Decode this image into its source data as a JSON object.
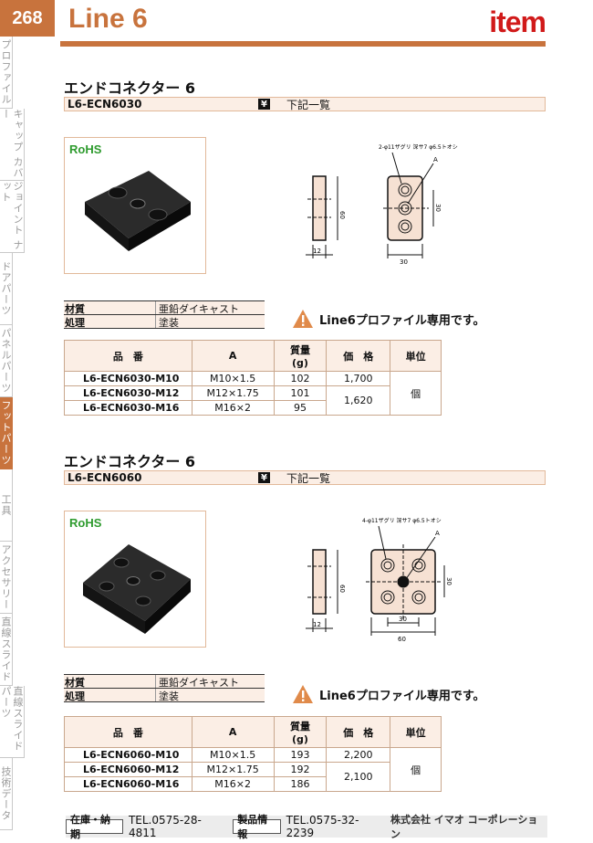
{
  "header": {
    "page_number": "268",
    "title": "Line 6",
    "logo": "item",
    "accent_color": "#c8733d",
    "logo_color": "#d11a1a"
  },
  "side_tabs": [
    {
      "label": "プロファイル",
      "active": false
    },
    {
      "label": "キャップ カバー",
      "active": false
    },
    {
      "label": "ジョイント ナット",
      "active": false
    },
    {
      "label": "ドアパーツ",
      "active": false
    },
    {
      "label": "パネルパーツ",
      "active": false
    },
    {
      "label": "フットパーツ",
      "active": true
    },
    {
      "label": "工具",
      "active": false
    },
    {
      "label": "アクセサリー",
      "active": false
    },
    {
      "label": "直線スライド",
      "active": false
    },
    {
      "label": "直線スライド パーツ",
      "active": false
    },
    {
      "label": "技術データ",
      "active": false
    }
  ],
  "sections": [
    {
      "title": "エンドコネクター 6",
      "model": "L6-ECN6030",
      "yen_icon": "¥",
      "price_note": "下記一覧",
      "rohs": "RoHS",
      "drawing": {
        "hole_note": "2-φ11ザグリ 深サ7 φ6.5トオシ",
        "label_a": "A",
        "dim_height": "60",
        "dim_thickness": "12",
        "dim_width": "30",
        "dim_pitch": "30"
      },
      "spec": [
        {
          "key": "材質",
          "value": "亜鉛ダイキャスト"
        },
        {
          "key": "処理",
          "value": "塗装"
        }
      ],
      "warning": "Line6プロファイル専用です。",
      "table": {
        "headers": [
          "品　番",
          "A",
          "質量\n(g)",
          "価　格",
          "単位"
        ],
        "rows": [
          {
            "model": "L6-ECN6030-M10",
            "a": "M10×1.5",
            "mass": "102",
            "price": "1,700"
          },
          {
            "model": "L6-ECN6030-M12",
            "a": "M12×1.75",
            "mass": "101",
            "price": "1,620"
          },
          {
            "model": "L6-ECN6030-M16",
            "a": "M16×2",
            "mass": "95",
            "price": ""
          }
        ],
        "unit": "個"
      }
    },
    {
      "title": "エンドコネクター 6",
      "model": "L6-ECN6060",
      "yen_icon": "¥",
      "price_note": "下記一覧",
      "rohs": "RoHS",
      "drawing": {
        "hole_note": "4-φ11ザグリ 深サ7 φ6.5トオシ",
        "label_a": "A",
        "dim_height": "60",
        "dim_thickness": "12",
        "dim_width": "60",
        "dim_pitch": "30",
        "dim_pitch_v": "30"
      },
      "spec": [
        {
          "key": "材質",
          "value": "亜鉛ダイキャスト"
        },
        {
          "key": "処理",
          "value": "塗装"
        }
      ],
      "warning": "Line6プロファイル専用です。",
      "table": {
        "headers": [
          "品　番",
          "A",
          "質量\n(g)",
          "価　格",
          "単位"
        ],
        "rows": [
          {
            "model": "L6-ECN6060-M10",
            "a": "M10×1.5",
            "mass": "193",
            "price": "2,200"
          },
          {
            "model": "L6-ECN6060-M12",
            "a": "M12×1.75",
            "mass": "192",
            "price": "2,100"
          },
          {
            "model": "L6-ECN6060-M16",
            "a": "M16×2",
            "mass": "186",
            "price": ""
          }
        ],
        "unit": "個"
      }
    }
  ],
  "footer": {
    "stock_label": "在庫・納期",
    "stock_tel": "TEL.0575-28-4811",
    "info_label": "製品情報",
    "info_tel": "TEL.0575-32-2239",
    "company": "株式会社 イマオ コーポレーション"
  }
}
